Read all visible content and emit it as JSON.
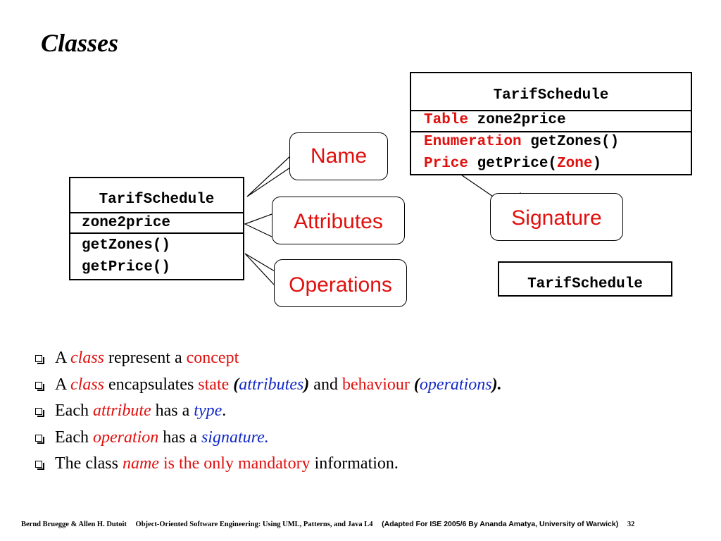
{
  "slide": {
    "title": "Classes"
  },
  "left_class": {
    "name": "TarifSchedule",
    "attribute": "zone2price",
    "operations": [
      "getZones()",
      "getPrice()"
    ]
  },
  "right_class": {
    "name": "TarifSchedule",
    "attribute_type": "Table",
    "attribute_name": " zone2price",
    "op1_type": "Enumeration",
    "op1_name": " getZones()",
    "op2_type": "Price",
    "op2_name_pre": " getPrice(",
    "op2_param": "Zone",
    "op2_name_post": ")"
  },
  "small_class": {
    "name": "TarifSchedule"
  },
  "callouts": {
    "name": "Name",
    "attributes": "Attributes",
    "operations": "Operations",
    "signature": "Signature"
  },
  "bullets": {
    "b1": {
      "a": "A ",
      "b": "class",
      "c": " represent a ",
      "d": "concept"
    },
    "b2": {
      "a": "A ",
      "b": "class",
      "c": " encapsulates ",
      "d": "state ",
      "e": "(",
      "f": "attributes",
      "g": ")",
      "h": " and ",
      "i": "behaviour ",
      "j": "(",
      "k": "operations",
      "l": ")."
    },
    "b3": {
      "a": "Each ",
      "b": "attribute",
      "c": " has a ",
      "d": "type",
      "e": "."
    },
    "b4": {
      "a": "Each ",
      "b": "operation",
      "c": " has a ",
      "d": "signature",
      "e": "."
    },
    "b5": {
      "a": "The class ",
      "b": "name",
      "c": " is the only mandatory",
      "d": " information."
    }
  },
  "footer": {
    "authors": "Bernd Bruegge & Allen H. Dutoit",
    "book": "Object-Oriented Software Engineering: Using UML, Patterns, and Java  L4",
    "adapted": "(Adapted For ISE 2005/6 By Ananda Amatya, University of Warwick)",
    "page": "32"
  },
  "colors": {
    "accent_red": "#e0100e",
    "accent_blue": "#1229c7"
  }
}
